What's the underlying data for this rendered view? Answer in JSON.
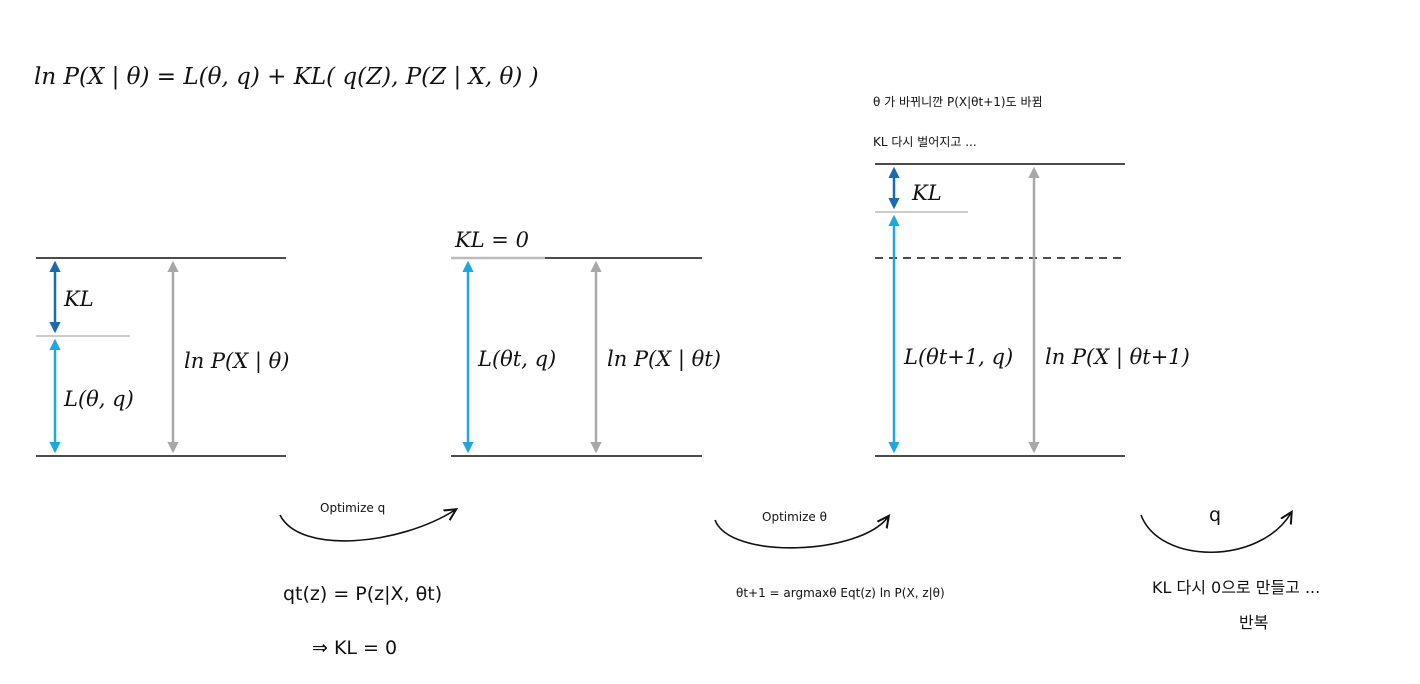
{
  "title": "ln P(X | θ) = L(θ, q) + KL( q(Z), P(Z | X, θ) )",
  "panel1": {
    "kl": "KL",
    "lower": "L(θ, q)",
    "total": "ln P(X | θ)"
  },
  "panel2": {
    "kl_zero": "KL = 0",
    "lower": "L(θt, q)",
    "total": "ln P(X | θt)"
  },
  "panel3": {
    "note_line1": "θ 가 바뀌니깐 P(X|θt+1)도 바뀜",
    "note_line2": "KL 다시 벌어지고 ...",
    "kl": "KL",
    "lower": "L(θt+1, q)",
    "total": "ln P(X | θt+1)"
  },
  "step1": {
    "label": "Optimize q",
    "formula": "qt(z) = P(z|X, θt)",
    "result": "⇒ KL = 0"
  },
  "step2": {
    "label": "Optimize θ",
    "formula": "θt+1 = argmaxθ Eqt(z) ln P(X, z|θ)"
  },
  "step3": {
    "label": "q",
    "line1": "KL 다시 0으로 만들고 ...",
    "line2": "반복"
  },
  "colors": {
    "line": "#111111",
    "light_line": "#bbbbbb",
    "kl_arrow": "#1b6ab0",
    "lower_arrow": "#1ea8e0",
    "total_arrow": "#a8a8a8"
  }
}
